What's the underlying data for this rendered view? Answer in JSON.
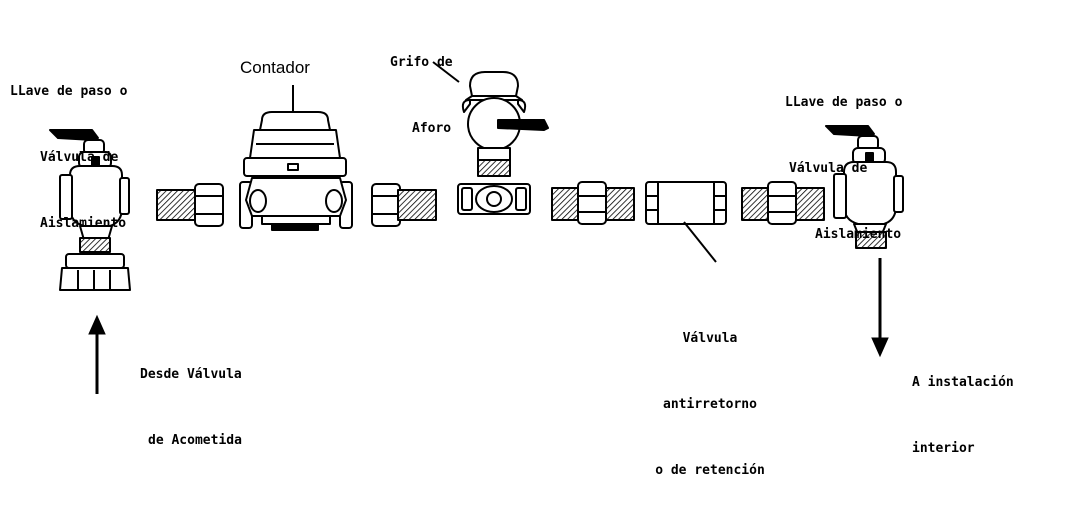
{
  "labels": {
    "llave_left": [
      "LLave de paso o",
      "Válvula de",
      "Aislamiento"
    ],
    "llave_right": [
      "LLave de paso o",
      "Válvula de",
      "Aislamiento"
    ],
    "contador": "Contador",
    "grifo": [
      "Grifo de",
      "Aforo"
    ],
    "valvula_anti": [
      "Válvula",
      "antirretorno",
      "o de retención"
    ],
    "desde": [
      "Desde Válvula",
      "de Acometida"
    ],
    "a_instalacion": [
      "A instalación",
      "interior"
    ]
  }
}
